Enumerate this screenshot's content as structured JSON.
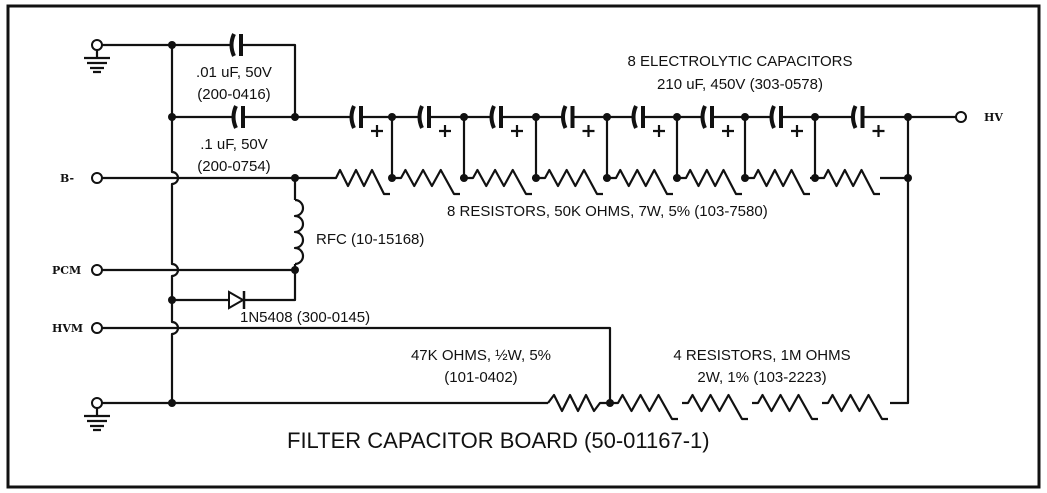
{
  "terminals": {
    "b_minus": "B-",
    "pcm": "PCM",
    "hvm": "HVM",
    "hv": "HV"
  },
  "components": {
    "cap_small_1": {
      "value": ".01 uF, 50V",
      "part": "(200-0416)"
    },
    "cap_small_2": {
      "value": ".1 uF, 50V",
      "part": "(200-0754)"
    },
    "electrolytics": {
      "title": "8 ELECTROLYTIC CAPACITORS",
      "spec": "210 uF, 450V (303-0578)",
      "count": 8
    },
    "resistor_string": {
      "label": "8 RESISTORS, 50K OHMS, 7W, 5% (103-7580)",
      "count": 8
    },
    "rfc": {
      "label": "RFC (10-15168)"
    },
    "diode": {
      "label": "1N5408 (300-0145)"
    },
    "r47k": {
      "value": "47K OHMS, ½W, 5%",
      "part": "(101-0402)"
    },
    "r1m": {
      "title": "4 RESISTORS, 1M OHMS",
      "spec": "2W, 1% (103-2223)",
      "count": 4
    }
  },
  "title": "FILTER CAPACITOR BOARD (50-01167-1)"
}
